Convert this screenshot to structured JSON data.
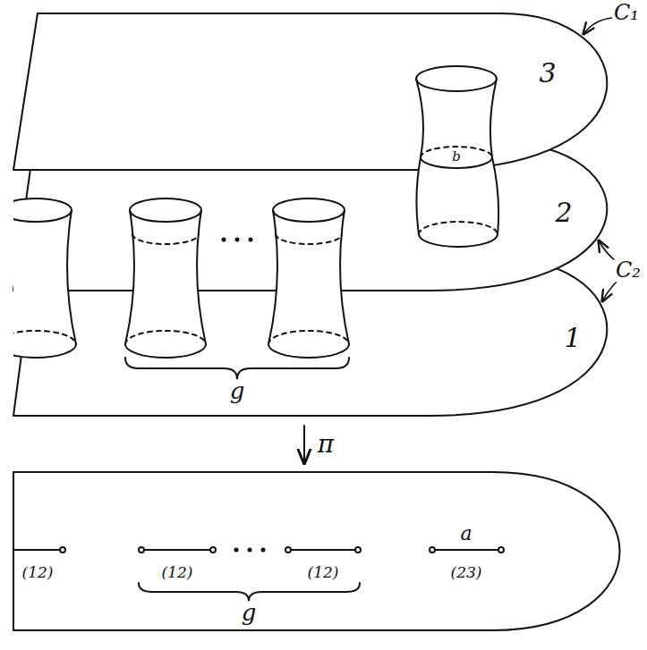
{
  "diagram": {
    "labels": [
      "C₁",
      "3",
      "b",
      "2",
      "C₂",
      "1",
      "g",
      "π",
      "(12)",
      "(12)",
      "(12)",
      "a",
      "(23)",
      "g"
    ]
  }
}
